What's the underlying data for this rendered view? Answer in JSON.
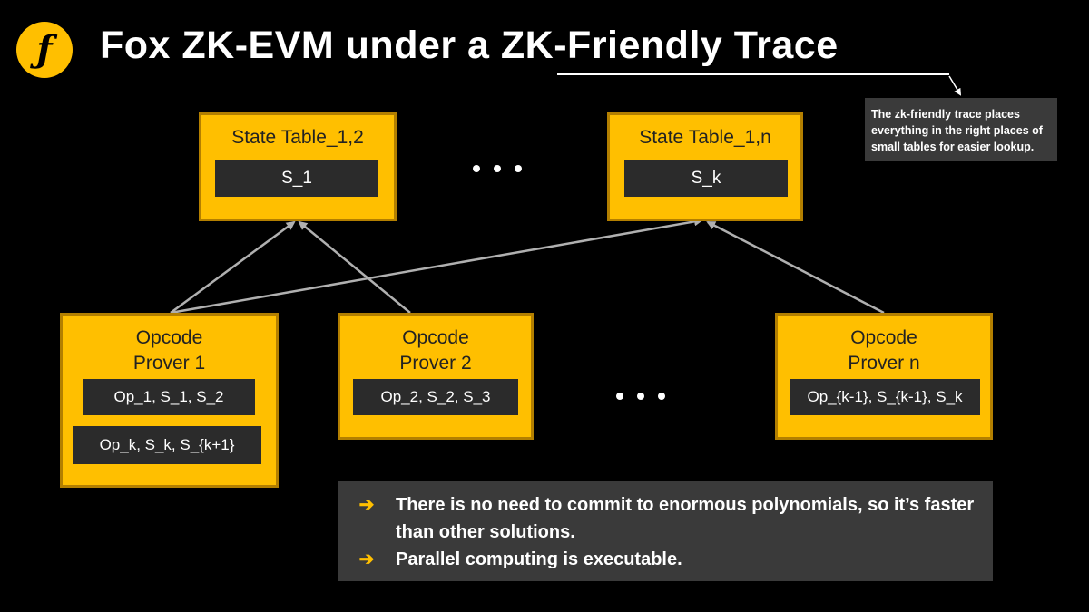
{
  "header": {
    "logo_glyph": "ƒ",
    "title": "Fox ZK-EVM under a ZK-Friendly Trace"
  },
  "callout": {
    "text": "The zk-friendly trace places everything in the right places of small tables for easier lookup."
  },
  "state_tables": [
    {
      "title": "State Table_1,2",
      "value": "S_1"
    },
    {
      "title": "State Table_1,n",
      "value": "S_k"
    }
  ],
  "provers": [
    {
      "title_line1": "Opcode",
      "title_line2": "Prover 1",
      "ops": [
        "Op_1, S_1, S_2",
        "Op_k, S_k, S_{k+1}"
      ]
    },
    {
      "title_line1": "Opcode",
      "title_line2": "Prover 2",
      "ops": [
        "Op_2, S_2, S_3"
      ]
    },
    {
      "title_line1": "Opcode",
      "title_line2": "Prover n",
      "ops": [
        "Op_{k-1}, S_{k-1}, S_k"
      ]
    }
  ],
  "bullets": [
    "There is no need to commit to enormous polynomials, so it’s faster than other solutions.",
    "Parallel computing is executable."
  ],
  "colors": {
    "accent": "#ffbf00",
    "chip": "#2b2b2b",
    "panel": "#3a3a3a",
    "arrow": "#b0b0b0"
  }
}
